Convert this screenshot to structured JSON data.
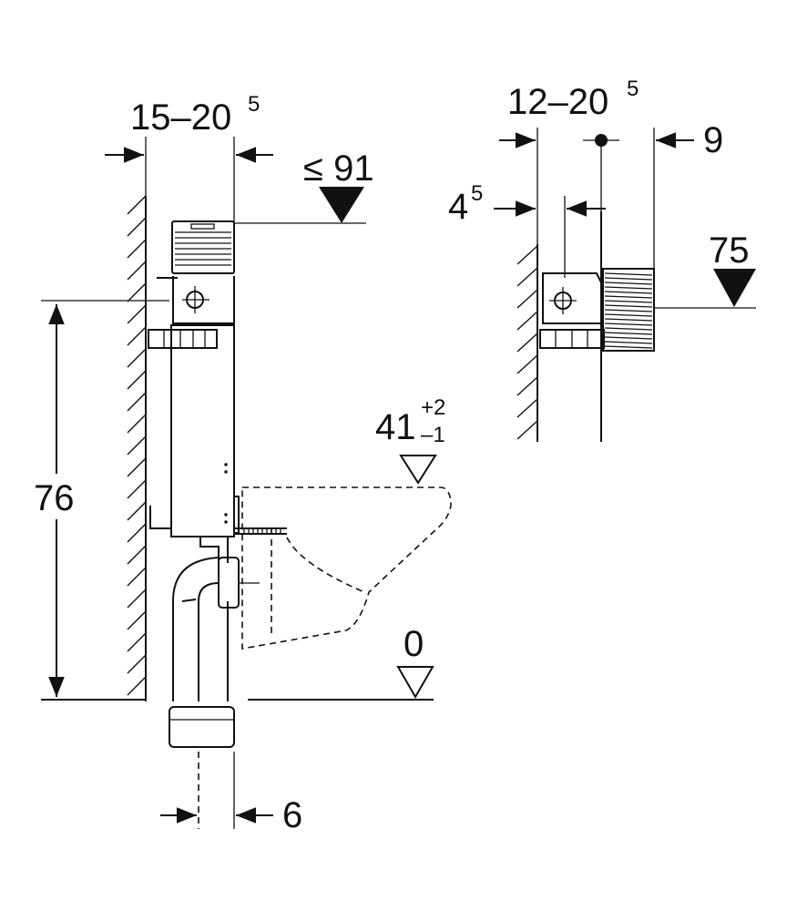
{
  "side_view": {
    "depth_label": "15–20",
    "depth_sup": "5",
    "top_height_label": "≤ 91",
    "frame_height_label": "76",
    "bowl_height_label": "41",
    "bowl_height_tol_plus": "+2",
    "bowl_height_tol_minus": "–1",
    "floor_label": "0",
    "pipe_offset_label": "6"
  },
  "detail_view": {
    "depth_label": "12–20",
    "depth_sup": "5",
    "offset_label": "9",
    "inner_label": "4",
    "inner_sup": "5",
    "height_label": "75"
  }
}
